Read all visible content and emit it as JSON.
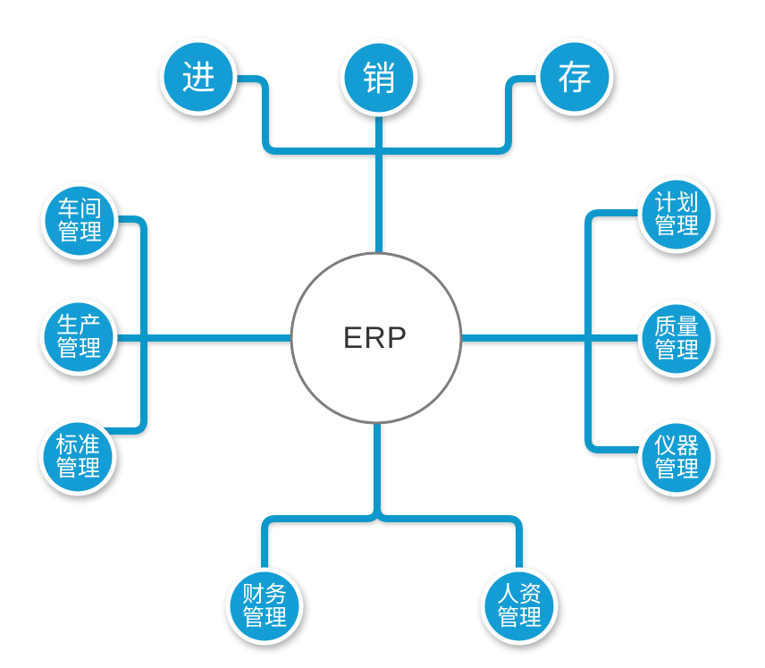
{
  "diagram": {
    "title": "ERP mind map",
    "colors": {
      "background": "#ffffff",
      "node_blue": "#149dd4",
      "line_blue": "#0d98cc",
      "center_border": "#7d7d7d",
      "center_text": "#333333",
      "node_text": "#ffffff"
    },
    "center": {
      "label": "ERP"
    },
    "nodes": [
      {
        "id": "purchase",
        "label": "进"
      },
      {
        "id": "sales",
        "label": "销"
      },
      {
        "id": "inventory",
        "label": "存"
      },
      {
        "id": "workshop",
        "line1": "车间",
        "line2": "管理"
      },
      {
        "id": "production",
        "line1": "生产",
        "line2": "管理"
      },
      {
        "id": "standards",
        "line1": "标准",
        "line2": "管理"
      },
      {
        "id": "planning",
        "line1": "计划",
        "line2": "管理"
      },
      {
        "id": "quality",
        "line1": "质量",
        "line2": "管理"
      },
      {
        "id": "instrument",
        "line1": "仪器",
        "line2": "管理"
      },
      {
        "id": "finance",
        "line1": "财务",
        "line2": "管理"
      },
      {
        "id": "hr",
        "line1": "人资",
        "line2": "管理"
      }
    ]
  }
}
